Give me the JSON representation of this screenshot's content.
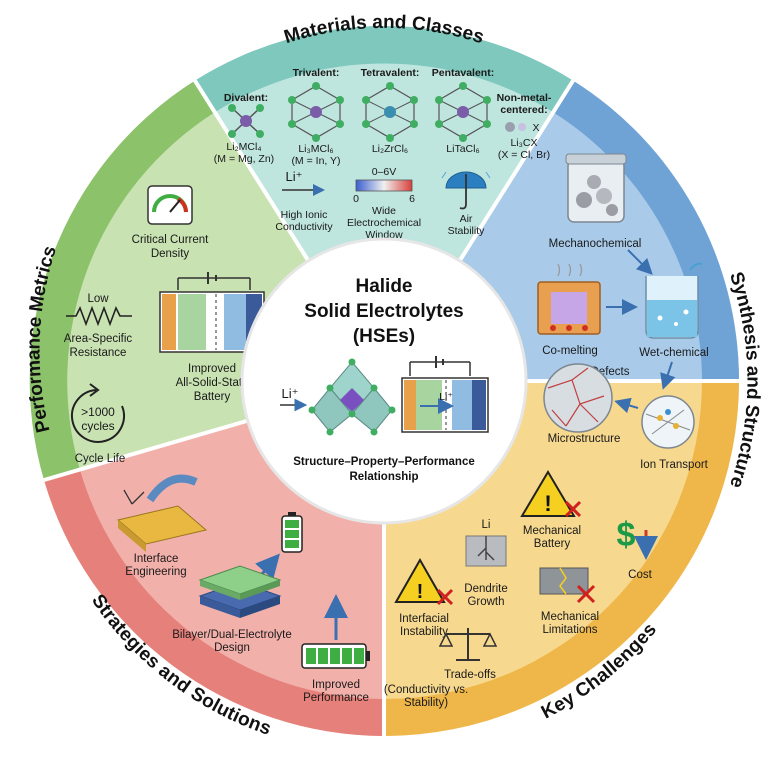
{
  "center": {
    "title_line1": "Halide",
    "title_line2": "Solid Electrolytes",
    "title_line3": "(HSEs)",
    "li_label": "Li⁺",
    "cell_li_label": "Li⁺",
    "caption_line1": "Structure–Property–Performance",
    "caption_line2": "Relationship"
  },
  "sections": {
    "materials": {
      "title": "Materials and Classes",
      "color": "#bfe5df",
      "classes": [
        {
          "head": "Divalent:",
          "formula": "Li₂MCl₄",
          "note": "(M = Mg, Zn)"
        },
        {
          "head": "Trivalent:",
          "formula": "Li₃MCl₆",
          "note": "(M = In, Y)"
        },
        {
          "head": "Tetravalent:",
          "formula": "Li₂ZrCl₆",
          "note": ""
        },
        {
          "head": "Pentavalent:",
          "formula": "LiTaCl₆",
          "note": ""
        },
        {
          "head_line1": "Non-metal-",
          "head_line2": "centered:",
          "x_label": "X",
          "formula": "Li₃CX",
          "note": "(X = Cl, Br)"
        }
      ],
      "properties": {
        "li_label": "Li⁺",
        "ionic_line1": "High Ionic",
        "ionic_line2": "Conductivity",
        "voltage_label": "0–6V",
        "tick_start": "0",
        "tick_end": "6",
        "window_line1": "Wide",
        "window_line2": "Electrochemical",
        "window_line3": "Window",
        "air_line1": "Air",
        "air_line2": "Stability"
      }
    },
    "synthesis": {
      "title": "Synthesis and Structure",
      "color": "#a9cbe9",
      "items": {
        "mechanochemical": "Mechanochemical",
        "co_melting": "Co-melting",
        "wet_chemical": "Wet-chemical",
        "defects": "Defects",
        "microstructure": "Microstructure",
        "ion_transport": "Ion Transport"
      }
    },
    "challenges": {
      "title": "Key Challenges",
      "color": "#f7d88f",
      "items": {
        "li_label": "Li",
        "mech_battery_line1": "Mechanical",
        "mech_battery_line2": "Battery",
        "cost": "Cost",
        "dendrite_line1": "Dendrite",
        "dendrite_line2": "Growth",
        "interfacial_line1": "Interfacial",
        "interfacial_line2": "Instability",
        "mech_lim_line1": "Mechanical",
        "mech_lim_line2": "Limitations",
        "tradeoffs": "Trade-offs",
        "tradeoffs_line2": "(Conductivity vs.",
        "tradeoffs_line3": "Stability)"
      }
    },
    "strategies": {
      "title": "Strategies and Solutions",
      "color": "#f2b0ab",
      "items": {
        "interface_line1": "Interface",
        "interface_line2": "Engineering",
        "bilayer_line1": "Bilayer/Dual-Electrolyte",
        "bilayer_line2": "Design",
        "improved_line1": "Improved",
        "improved_line2": "Performance"
      }
    },
    "performance": {
      "title": "Performance Metrics",
      "color": "#c8e2b2",
      "items": {
        "ccd_line1": "Critical Current",
        "ccd_line2": "Density",
        "low": "Low",
        "asr_line1": "Area-Specific",
        "asr_line2": "Resistance",
        "cycles_line1": ">1000",
        "cycles_line2": "cycles",
        "cycle_life": "Cycle Life",
        "battery_line1": "Improved",
        "battery_line2": "All-Solid-State",
        "battery_line3": "Battery"
      }
    }
  }
}
